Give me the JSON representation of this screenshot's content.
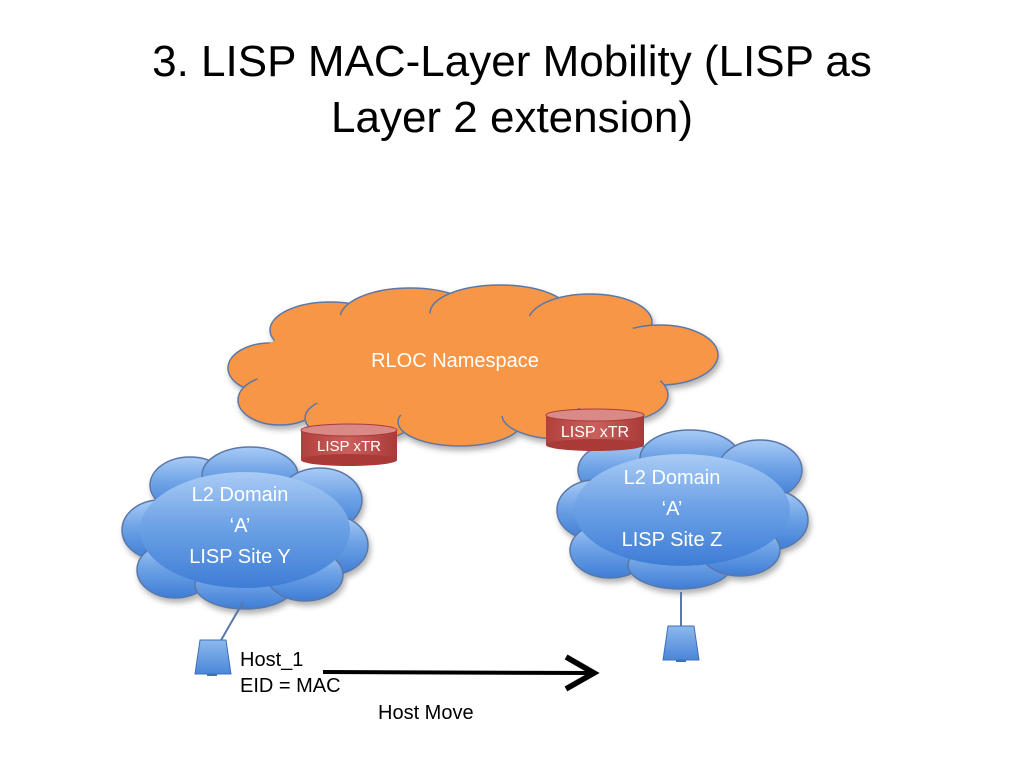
{
  "title": {
    "line1": "3. LISP MAC-Layer Mobility (LISP as",
    "line2": "Layer 2 extension)"
  },
  "rloc_cloud": {
    "label": "RLOC Namespace",
    "color": "#F79646"
  },
  "xtr_left": {
    "label": "LISP xTR",
    "color": "#C0504D"
  },
  "xtr_right": {
    "label": "LISP xTR",
    "color": "#C0504D"
  },
  "site_y": {
    "line1": "L2 Domain",
    "line2": "‘A’",
    "line3": "LISP Site Y",
    "color": "#4F81BD"
  },
  "site_z": {
    "line1": "L2 Domain",
    "line2": "‘A’",
    "line3": "LISP Site Z",
    "color": "#4F81BD"
  },
  "host": {
    "line1": "Host_1",
    "line2": "EID = MAC"
  },
  "host_move": {
    "label": "Host Move"
  }
}
